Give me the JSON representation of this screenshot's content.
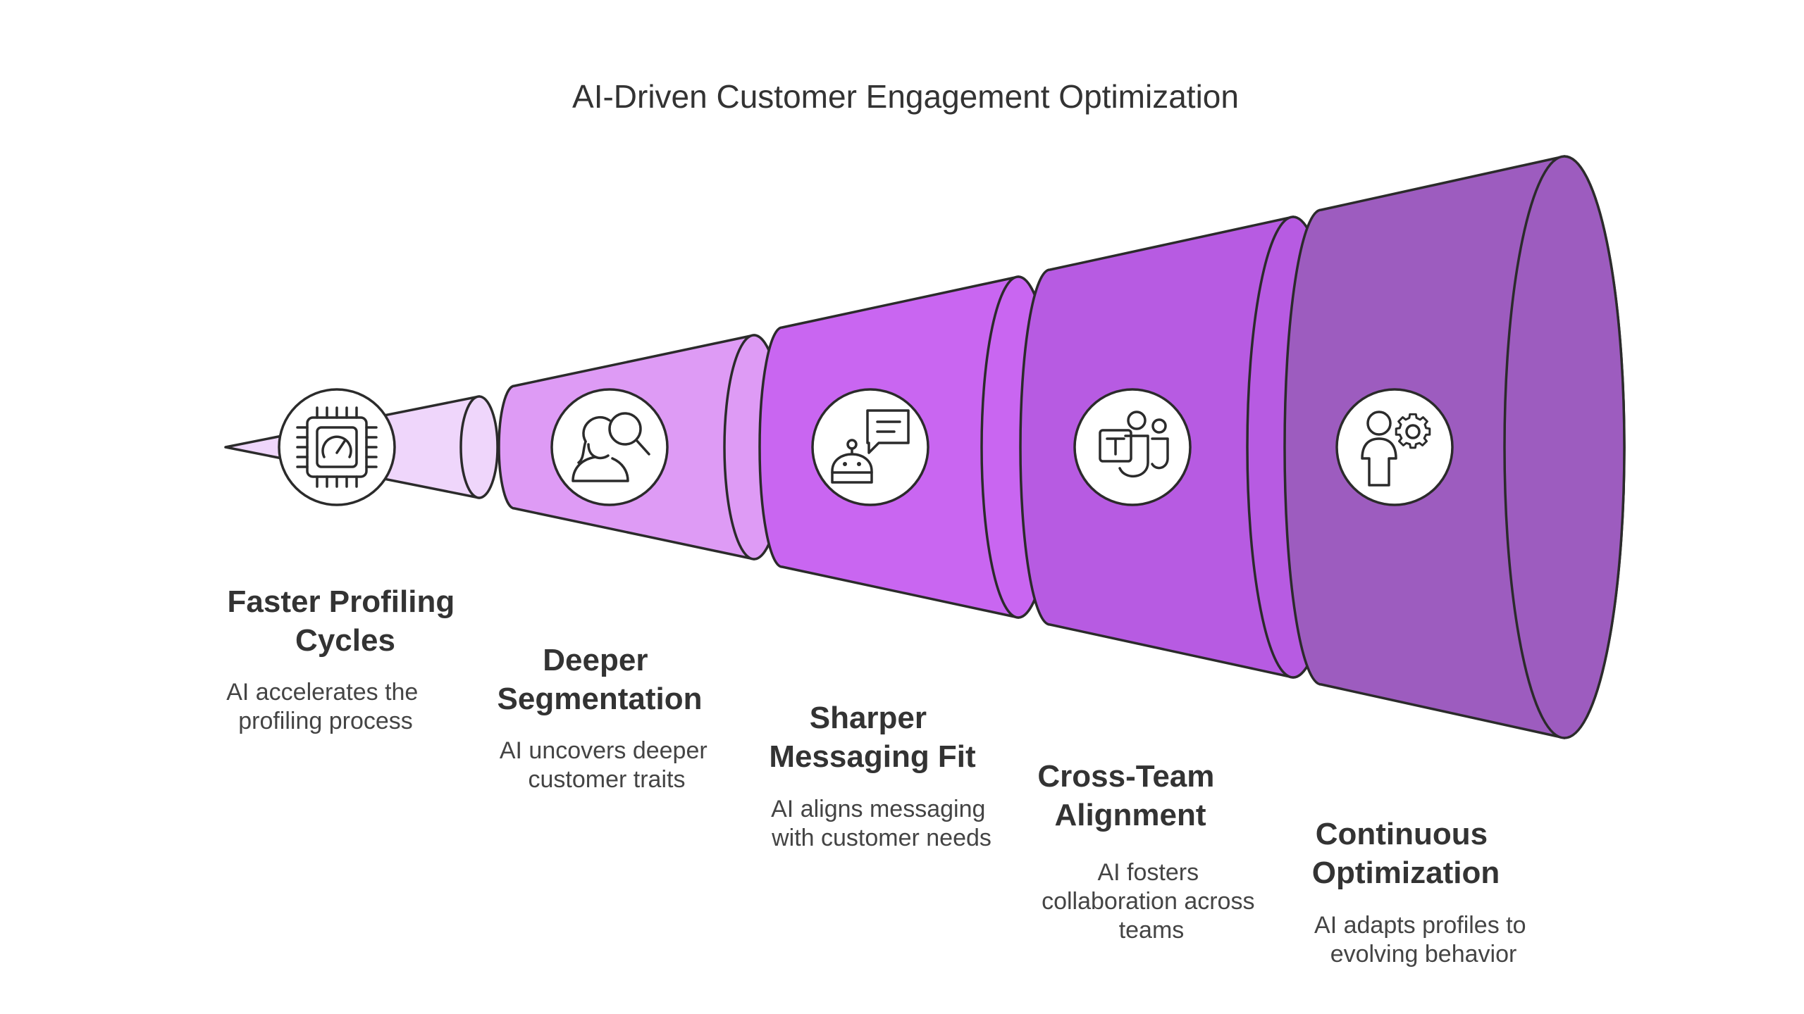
{
  "title": "AI-Driven Customer Engagement Optimization",
  "stages": [
    {
      "title_lines": [
        "Faster Profiling",
        "Cycles"
      ],
      "desc_lines": [
        "AI accelerates the",
        "profiling process"
      ],
      "icon": "chip-gauge-icon",
      "color": "#EFD6FB"
    },
    {
      "title_lines": [
        "Deeper",
        "Segmentation"
      ],
      "desc_lines": [
        "AI uncovers deeper",
        "customer traits"
      ],
      "icon": "user-search-icon",
      "color": "#DE9BF5"
    },
    {
      "title_lines": [
        "Sharper",
        "Messaging Fit"
      ],
      "desc_lines": [
        "AI aligns messaging",
        "with customer needs"
      ],
      "icon": "chatbot-message-icon",
      "color": "#C966F1"
    },
    {
      "title_lines": [
        "Cross-Team",
        "Alignment"
      ],
      "desc_lines": [
        "AI fosters",
        "collaboration across",
        "teams"
      ],
      "icon": "teams-collaboration-icon",
      "color": "#B75BE2"
    },
    {
      "title_lines": [
        "Continuous",
        "Optimization"
      ],
      "desc_lines": [
        "AI adapts profiles to",
        "evolving behavior"
      ],
      "icon": "user-gear-icon",
      "color": "#9D5CBF"
    }
  ]
}
